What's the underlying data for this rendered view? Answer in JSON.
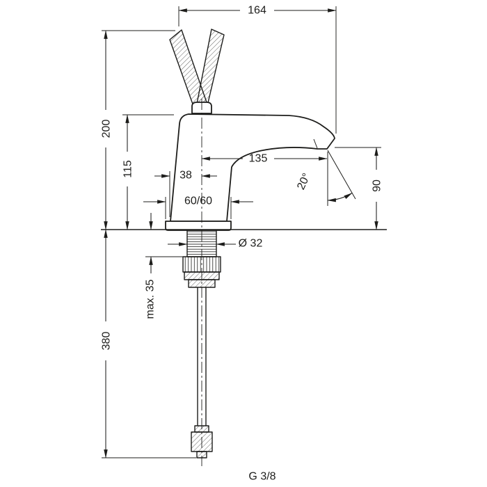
{
  "colors": {
    "line": "#1d1d1b",
    "background": "#ffffff"
  },
  "dimensions": {
    "overall_depth": "164",
    "overall_height": "200",
    "spout_height": "115",
    "spout_reach": "135",
    "center_offset": "38",
    "base_footprint": "60/60",
    "stream_angle": "20°",
    "outlet_height": "90",
    "shank_diameter": "Ø 32",
    "max_counter_thickness": "max. 35",
    "hose_length": "380",
    "connection_thread": "G 3/8"
  }
}
